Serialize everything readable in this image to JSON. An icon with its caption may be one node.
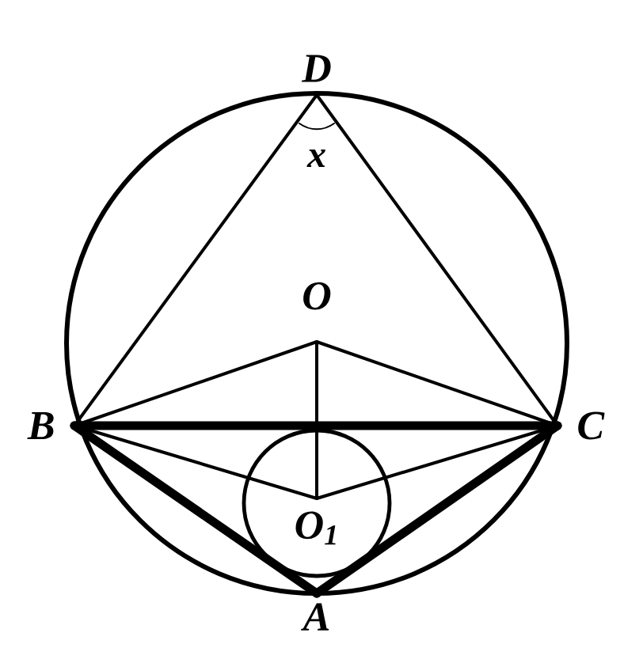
{
  "diagram": {
    "nodes": [
      {
        "text": [
          "D"
        ]
      },
      {
        "text": [
          "O"
        ]
      },
      {
        "text": [
          "B"
        ]
      },
      {
        "text": [
          "C"
        ]
      },
      {
        "text": [
          "O$_{1}$"
        ]
      },
      {
        "text": [
          "A"
        ]
      }
    ],
    "edges": [
      {
        "from": 0,
        "to": 2,
        "arrow": "none"
      },
      {
        "from": 0,
        "to": 3,
        "arrow": "none"
      },
      {
        "from": 2,
        "to": 3,
        "arrow": "none",
        "style": "thick"
      },
      {
        "from": 1,
        "to": 2,
        "arrow": "none"
      },
      {
        "from": 1,
        "to": 3,
        "arrow": "none"
      },
      {
        "from": 1,
        "to": 4,
        "arrow": "none"
      },
      {
        "from": 2,
        "to": 4,
        "arrow": "none"
      },
      {
        "from": 3,
        "to": 4,
        "arrow": "none"
      },
      {
        "from": 2,
        "to": 5,
        "arrow": "none",
        "style": "thick"
      },
      {
        "from": 3,
        "to": 5,
        "arrow": "none",
        "style": "thick"
      }
    ],
    "labels": [
      "x"
    ]
  }
}
